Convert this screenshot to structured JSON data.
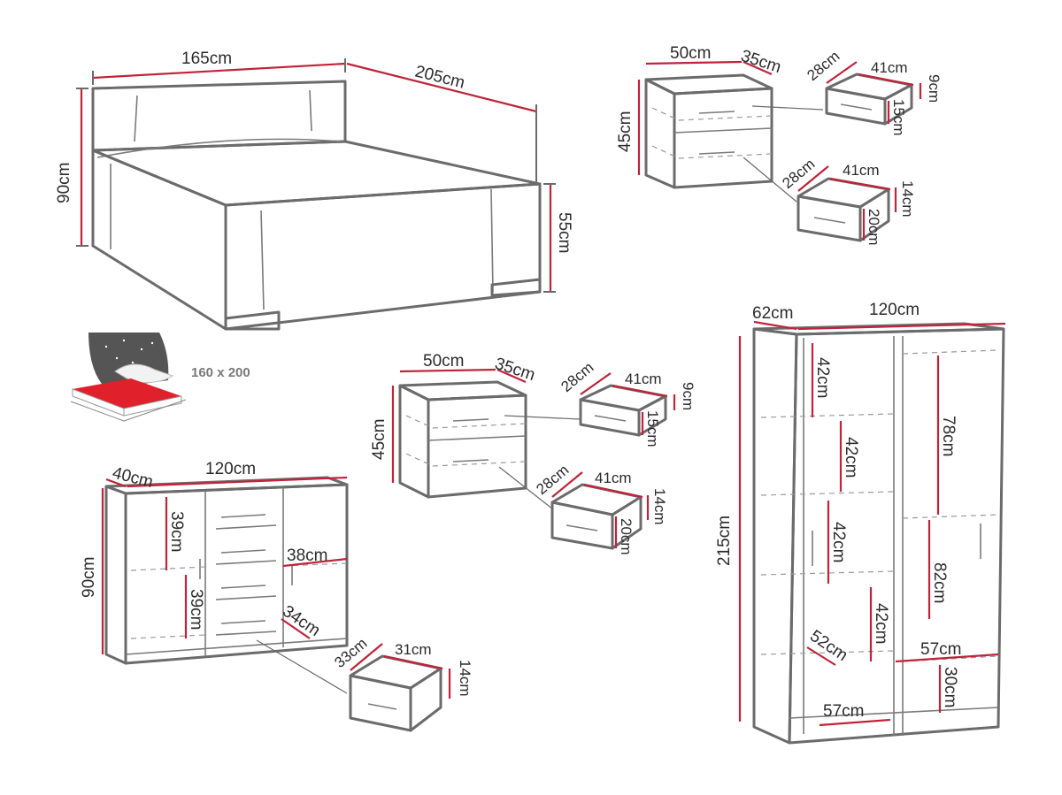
{
  "bed": {
    "width": "165cm",
    "length": "205cm",
    "headboard_height": "90cm",
    "footboard_height": "55cm",
    "mattress_size": "160 x 200"
  },
  "nightstand_top": {
    "width": "50cm",
    "depth": "35cm",
    "height": "45cm",
    "drawer_top": {
      "depth": "28cm",
      "width": "41cm",
      "height": "9cm",
      "front": "15cm"
    },
    "drawer_bottom": {
      "depth": "28cm",
      "width": "41cm",
      "height": "14cm",
      "front": "20cm"
    }
  },
  "nightstand_middle": {
    "width": "50cm",
    "depth": "35cm",
    "height": "45cm",
    "drawer_top": {
      "depth": "28cm",
      "width": "41cm",
      "height": "9cm",
      "front": "15cm"
    },
    "drawer_bottom": {
      "depth": "28cm",
      "width": "41cm",
      "height": "14cm",
      "front": "20cm"
    }
  },
  "chest": {
    "depth": "40cm",
    "width": "120cm",
    "height": "90cm",
    "shelf_upper": "39cm",
    "shelf_lower": "39cm",
    "right_shelf": "38cm",
    "drawer_inner": "34cm",
    "drawer": {
      "depth": "33cm",
      "width": "31cm",
      "height": "14cm"
    }
  },
  "wardrobe": {
    "depth": "62cm",
    "width": "120cm",
    "height": "215cm",
    "shelf_left_1": "42cm",
    "shelf_left_2": "42cm",
    "shelf_left_3": "42cm",
    "shelf_left_4": "42cm",
    "hang_upper": "78cm",
    "hang_lower": "82cm",
    "inner_depth": "52cm",
    "right_bottom_width": "57cm",
    "right_bottom_height": "30cm",
    "left_bottom_width": "57cm"
  },
  "colors": {
    "outline": "#6b6b6b",
    "dimension": "#c0233a",
    "mattress": "#e0202a",
    "text": "#2b2b2b"
  }
}
